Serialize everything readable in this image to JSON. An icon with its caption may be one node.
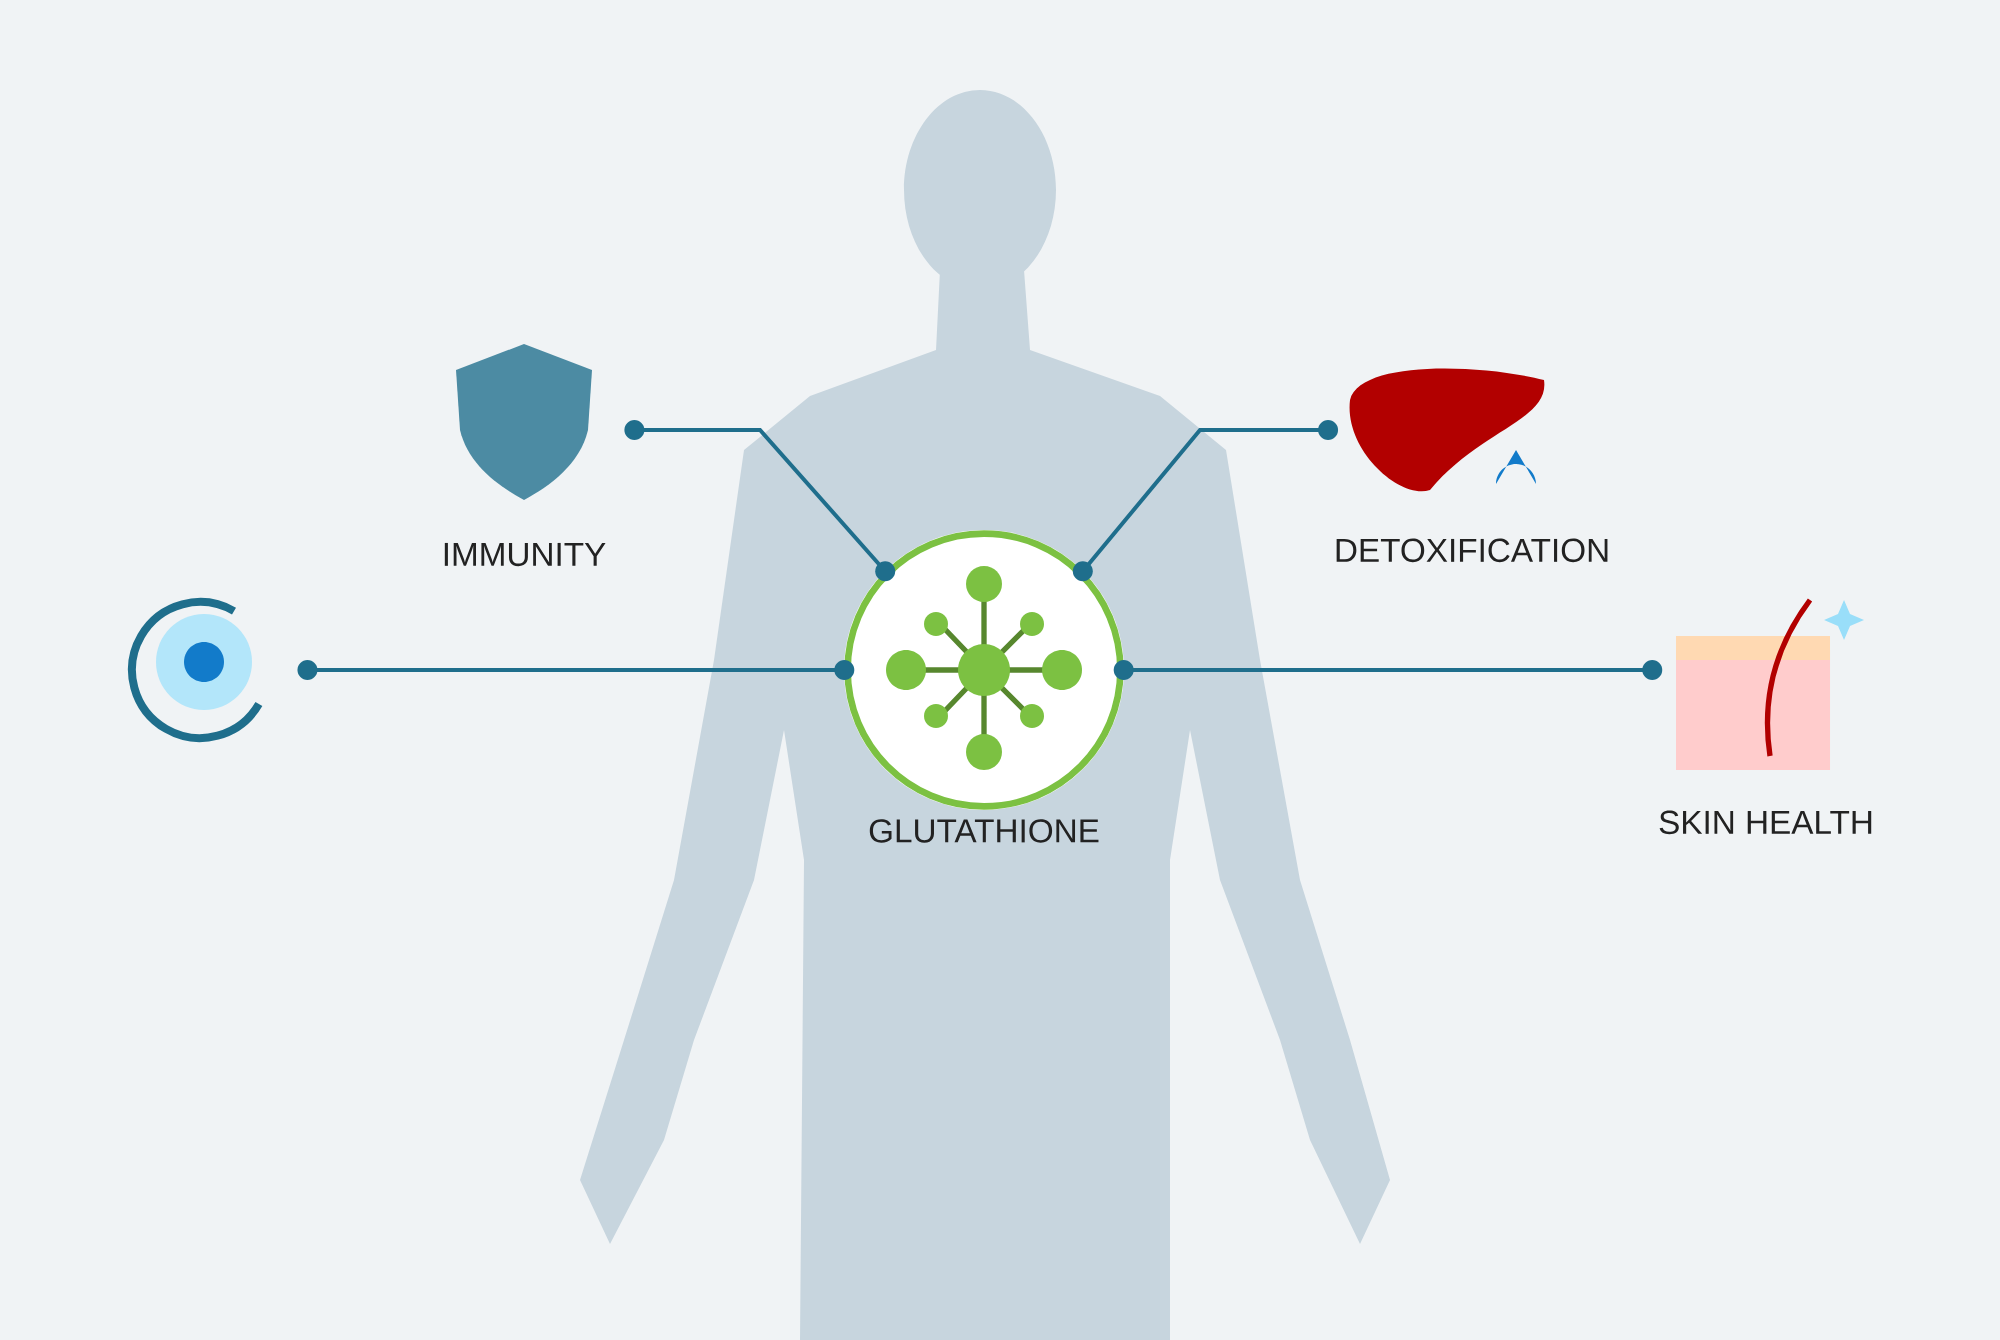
{
  "diagram": {
    "nodes": [
      {
        "text": [
          "GLUTATHIONE"
        ]
      },
      {
        "text": [
          "IMMUNITY"
        ]
      },
      {
        "text": [
          "DETOXIFICATION"
        ]
      },
      {
        "text": [],
        "shape": "picture"
      },
      {
        "text": [
          "SKIN HEALTH"
        ]
      }
    ],
    "edges": [
      {
        "from": 0,
        "to": 1,
        "arrow": "other"
      },
      {
        "from": 0,
        "to": 2,
        "arrow": "other"
      },
      {
        "from": 0,
        "to": 3,
        "arrow": "other"
      },
      {
        "from": 0,
        "to": 4,
        "arrow": "other"
      }
    ]
  }
}
